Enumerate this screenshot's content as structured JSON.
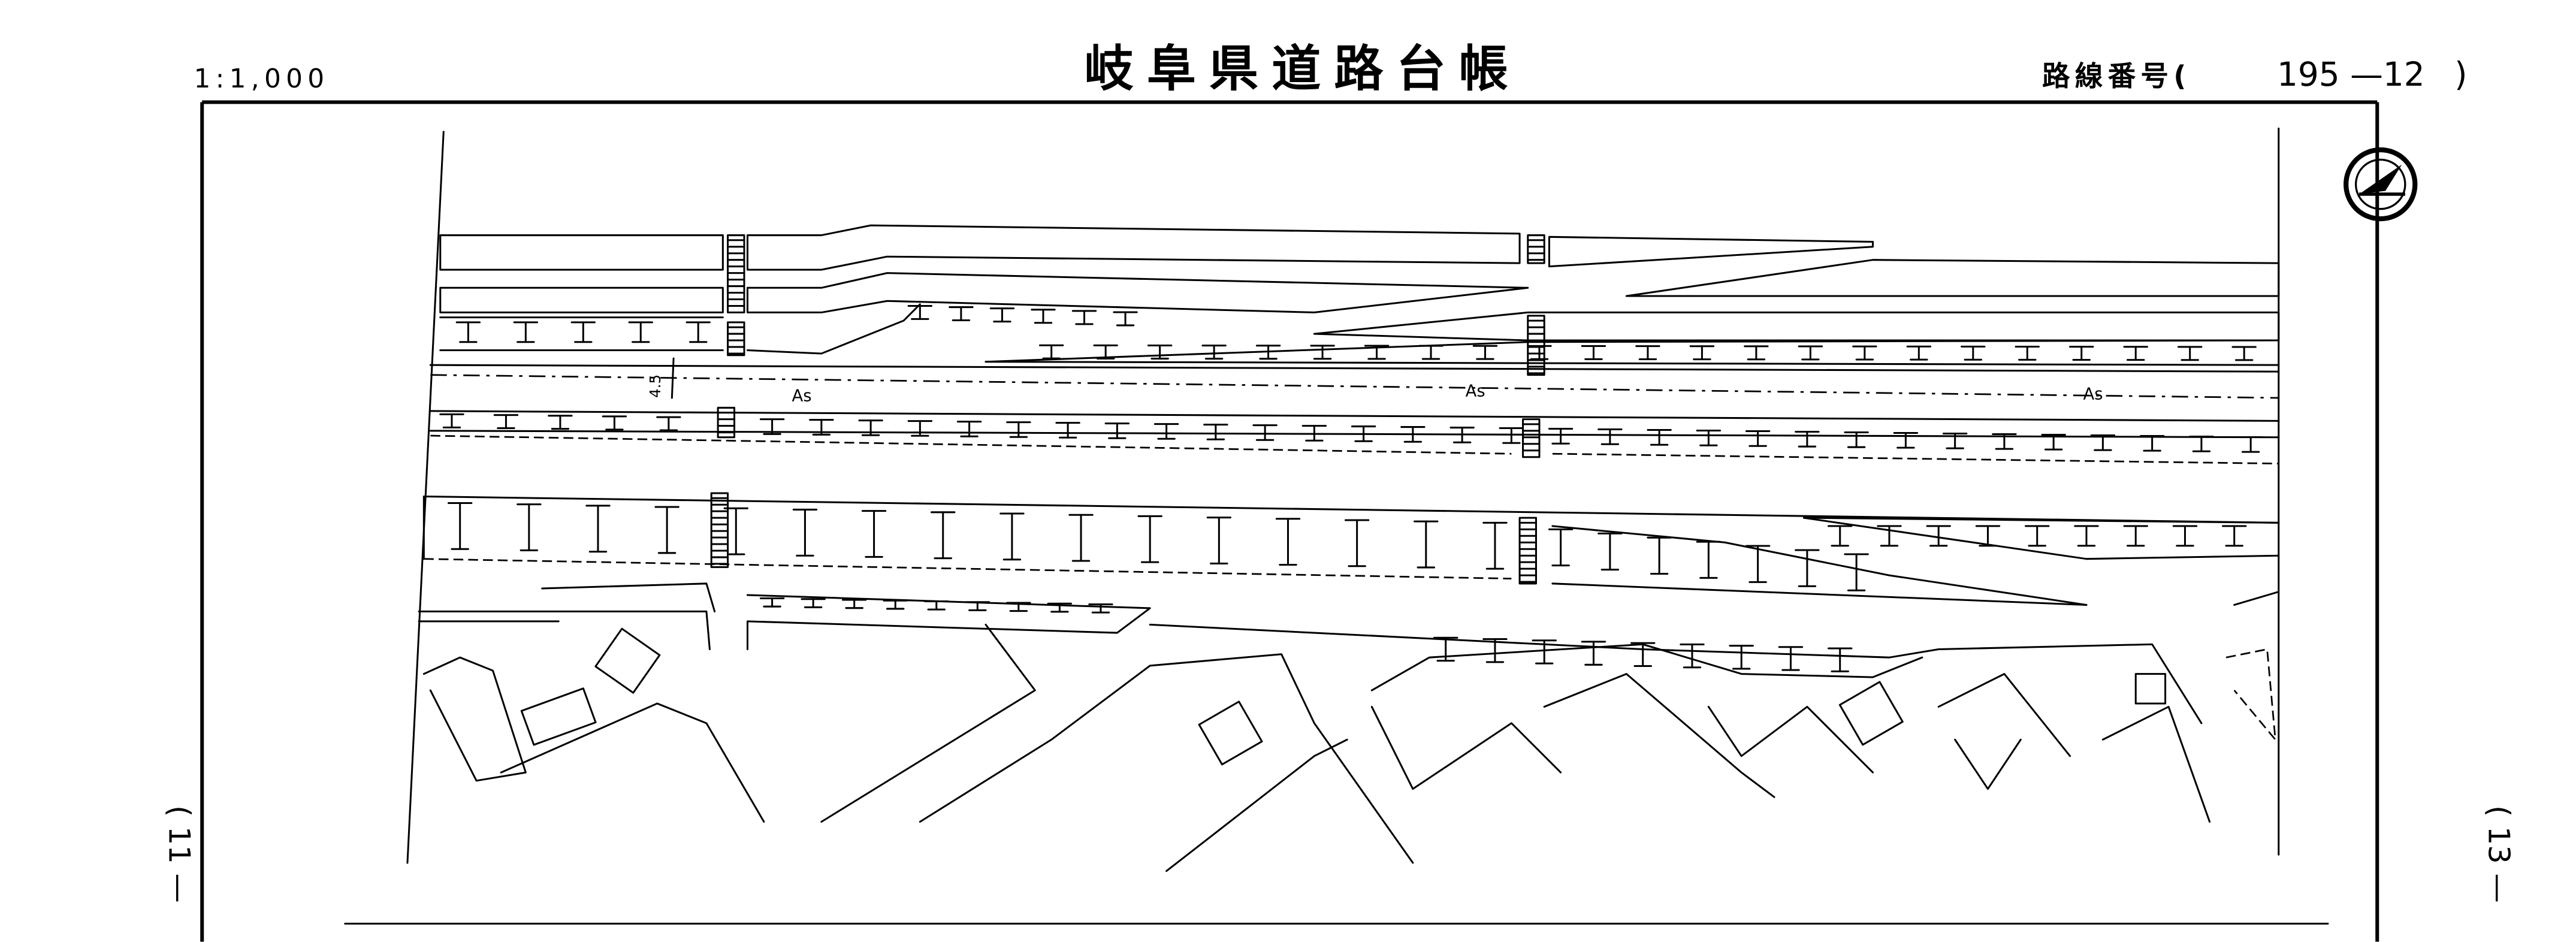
{
  "header": {
    "scale": "1:1,000",
    "title": "岐阜県道路台帳",
    "route_label": "路線番号(",
    "route_number": "195 —12",
    "route_close": ")"
  },
  "margins": {
    "prev_sheet": "( 11 —",
    "next_sheet": "( 13 —"
  },
  "map": {
    "pavement_labels": [
      "As",
      "As",
      "As"
    ],
    "width_annotation": "4.5"
  },
  "icons": {
    "north_arrow": "north-arrow-icon"
  }
}
